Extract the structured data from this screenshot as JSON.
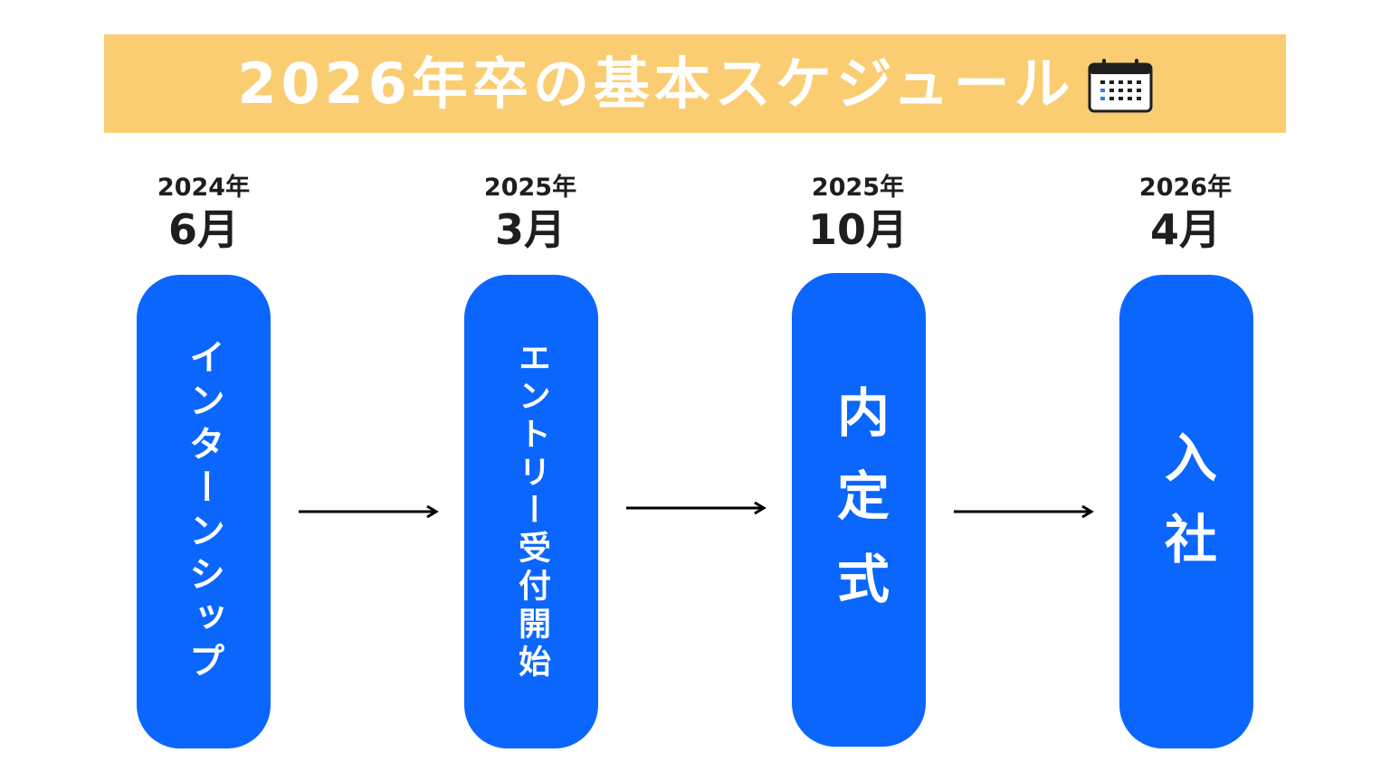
{
  "banner": {
    "title": "2026年卒の基本スケジュール",
    "icon": "calendar-icon",
    "background": "#fbcd72"
  },
  "steps": [
    {
      "year": "2024年",
      "month": "6月",
      "label": "インターンシップ"
    },
    {
      "year": "2025年",
      "month": "3月",
      "label": "エントリー受付開始"
    },
    {
      "year": "2025年",
      "month": "10月",
      "label": "内定式"
    },
    {
      "year": "2026年",
      "month": "4月",
      "label": "入社"
    }
  ],
  "colors": {
    "pill": "#0a66fd",
    "text_dark": "#1e1e1e",
    "arrow": "#000000"
  }
}
